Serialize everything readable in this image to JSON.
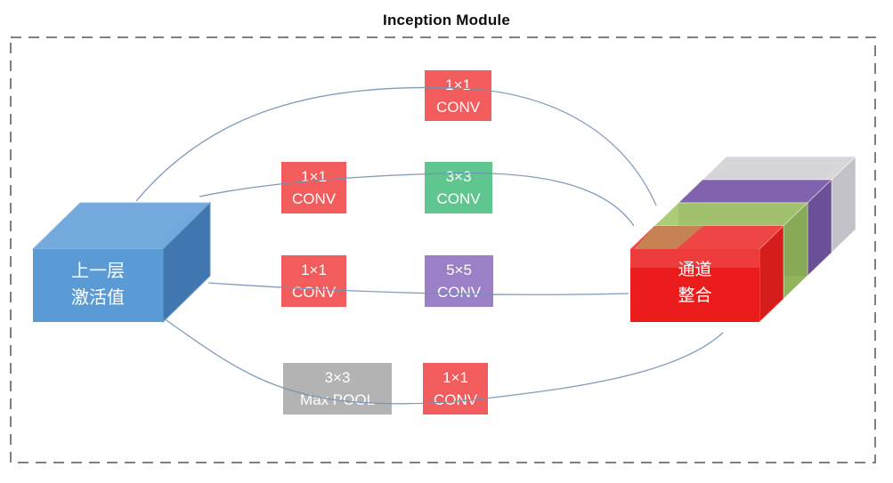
{
  "title": "Inception Module",
  "diagram": {
    "input_block": {
      "line1": "上一层",
      "line2": "激活值"
    },
    "output_block": {
      "line1": "通道",
      "line2": "整合"
    },
    "branches": [
      {
        "name": "branch-1",
        "ops": [
          {
            "kernel": "1×1",
            "op": "CONV"
          }
        ]
      },
      {
        "name": "branch-2",
        "ops": [
          {
            "kernel": "1×1",
            "op": "CONV"
          },
          {
            "kernel": "3×3",
            "op": "CONV"
          }
        ]
      },
      {
        "name": "branch-3",
        "ops": [
          {
            "kernel": "1×1",
            "op": "CONV"
          },
          {
            "kernel": "5×5",
            "op": "CONV"
          }
        ]
      },
      {
        "name": "branch-4",
        "ops": [
          {
            "kernel": "3×3",
            "op": "Max POOL"
          },
          {
            "kernel": "1×1",
            "op": "CONV"
          }
        ]
      }
    ]
  },
  "palette": {
    "conv_red": "#f25c5c",
    "conv_green": "#5ec68e",
    "conv_purple": "#9b7fc7",
    "pool_gray": "#b3b3b3",
    "input_blue_front": "#5b9bd5",
    "input_blue_top": "#74a9dd",
    "input_blue_side": "#4077ae",
    "output_red": "#ec1c1c",
    "output_green": "#97bd5c",
    "output_purple": "#75599f",
    "output_gray": "#cbcbcf",
    "connector_blue": "#7290b5",
    "border_gray": "#7f7f7f",
    "label_text": "#ffffff",
    "title_color": "#0d0d0d"
  }
}
